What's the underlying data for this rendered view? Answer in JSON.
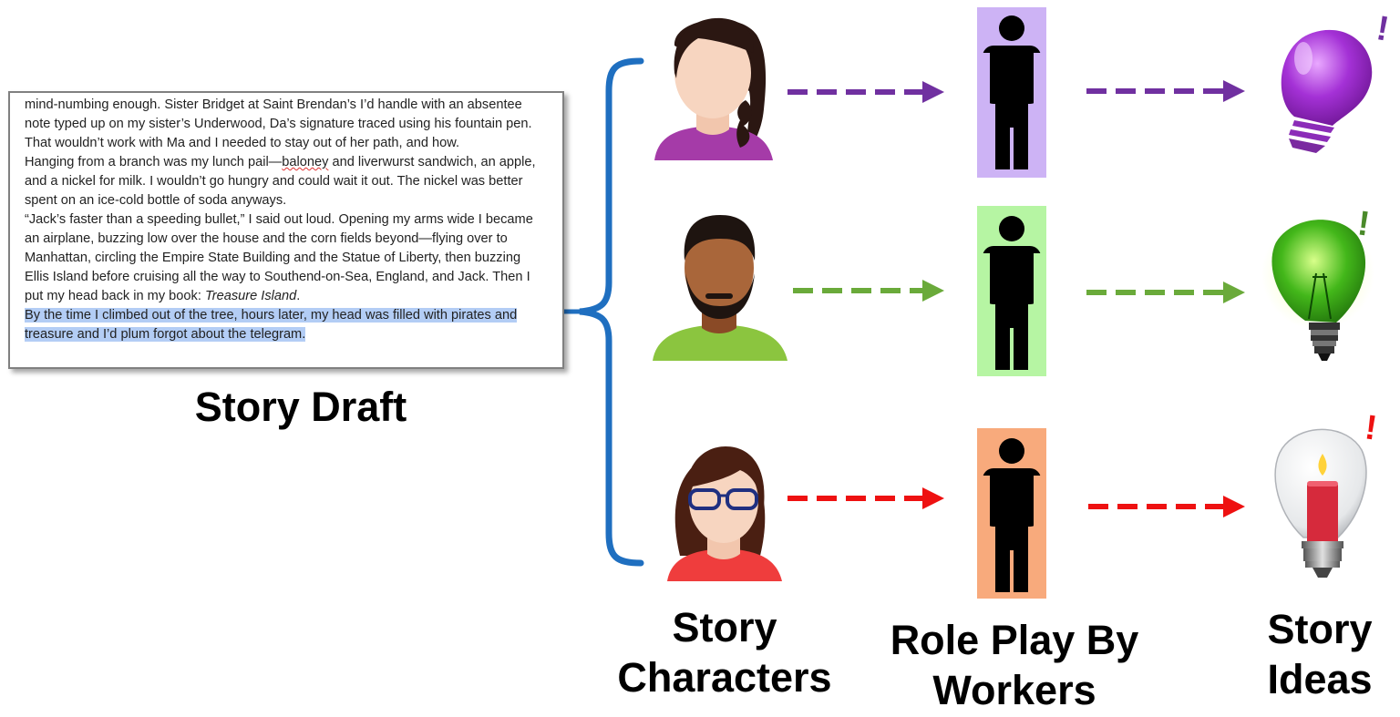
{
  "story_draft": {
    "caption": "Story Draft",
    "lines": [
      {
        "text": "mind-numbing enough. Sister Bridget at Saint Brendan’s I’d handle with an absentee"
      },
      {
        "text": "note typed up on my sister’s Underwood, Da’s signature traced using his fountain pen."
      },
      {
        "text": "That wouldn’t work with Ma and I needed to stay out of her path, and how."
      },
      {
        "pre": "Hanging from a branch was my lunch pail—",
        "flagged": "baloney",
        "post": " and liverwurst sandwich, an apple,"
      },
      {
        "text": "and a nickel for milk. I wouldn’t go hungry and could wait it out. The nickel was better"
      },
      {
        "text": "spent on an ice-cold bottle of soda anyways."
      },
      {
        "text": "“Jack’s faster than a speeding bullet,” I said out loud. Opening my arms wide I became"
      },
      {
        "text": "an airplane, buzzing low over the house and the corn fields beyond—flying over to"
      },
      {
        "text": "Manhattan, circling the Empire State Building and the Statue of Liberty, then buzzing"
      },
      {
        "text": "Ellis Island before cruising all the way to Southend-on-Sea, England, and Jack. Then I"
      },
      {
        "pre": "put my head back in my book: ",
        "italic": "Treasure Island",
        "post": "."
      }
    ],
    "highlighted_lines": [
      "By the time I climbed out of the tree, hours later, my head was filled with pirates and",
      "treasure and I’d plum forgot about the telegram."
    ]
  },
  "columns": {
    "characters_label": "Story Characters",
    "roleplay_label": "Role Play By Workers",
    "ideas_label": "Story Ideas"
  },
  "rows": [
    {
      "character": "woman-braid",
      "color": "#7030a0",
      "worker_bg": "#cdb3f5",
      "bulb": "purple-bulb",
      "bulb_color": "#9b30c8",
      "mark": "!"
    },
    {
      "character": "bearded-man",
      "color": "#6aaa3a",
      "worker_bg": "#b6f5a3",
      "bulb": "green-bulb",
      "bulb_color": "#3ca01a",
      "mark": "!"
    },
    {
      "character": "woman-glasses",
      "color": "#ee1111",
      "worker_bg": "#f8aa7c",
      "bulb": "candle-bulb",
      "bulb_color": "#d42a3a",
      "mark": "!"
    }
  ],
  "bracket_color": "#1f6fc0"
}
